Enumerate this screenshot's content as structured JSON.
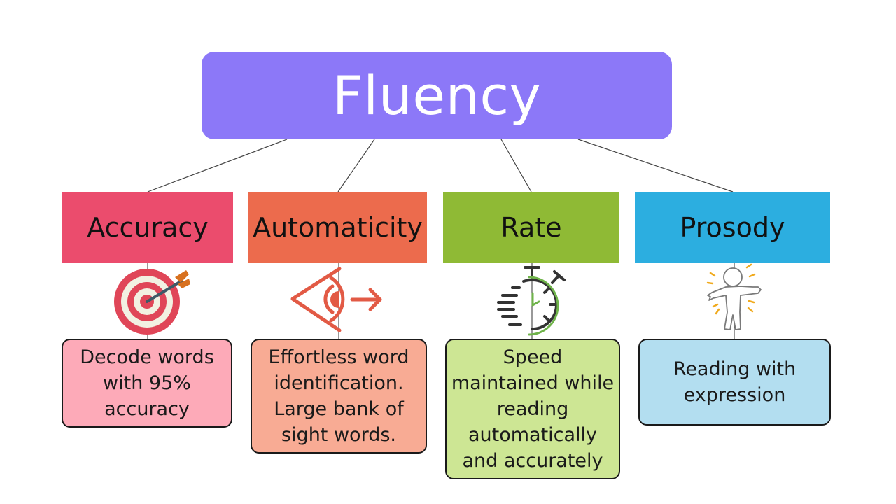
{
  "title": {
    "text": "Fluency",
    "color": "#8c78f8"
  },
  "categories": [
    {
      "label": "Accuracy",
      "color": "#eb4c6d",
      "icon": "target-with-arrow-icon",
      "description": "Decode words with 95% accuracy",
      "description_color": "#fdaab8"
    },
    {
      "label": "Automaticity",
      "color": "#ec6b4d",
      "icon": "eye-arrow-icon",
      "description": "Effortless word identification. Large bank of sight words.",
      "description_color": "#f8ab94"
    },
    {
      "label": "Rate",
      "color": "#8fba35",
      "icon": "stopwatch-speed-icon",
      "description": "Speed maintained while reading automatically and accurately",
      "description_color": "#cde694"
    },
    {
      "label": "Prosody",
      "color": "#2caee0",
      "icon": "expressive-person-icon",
      "description": "Reading with expression",
      "description_color": "#b3def0"
    }
  ]
}
